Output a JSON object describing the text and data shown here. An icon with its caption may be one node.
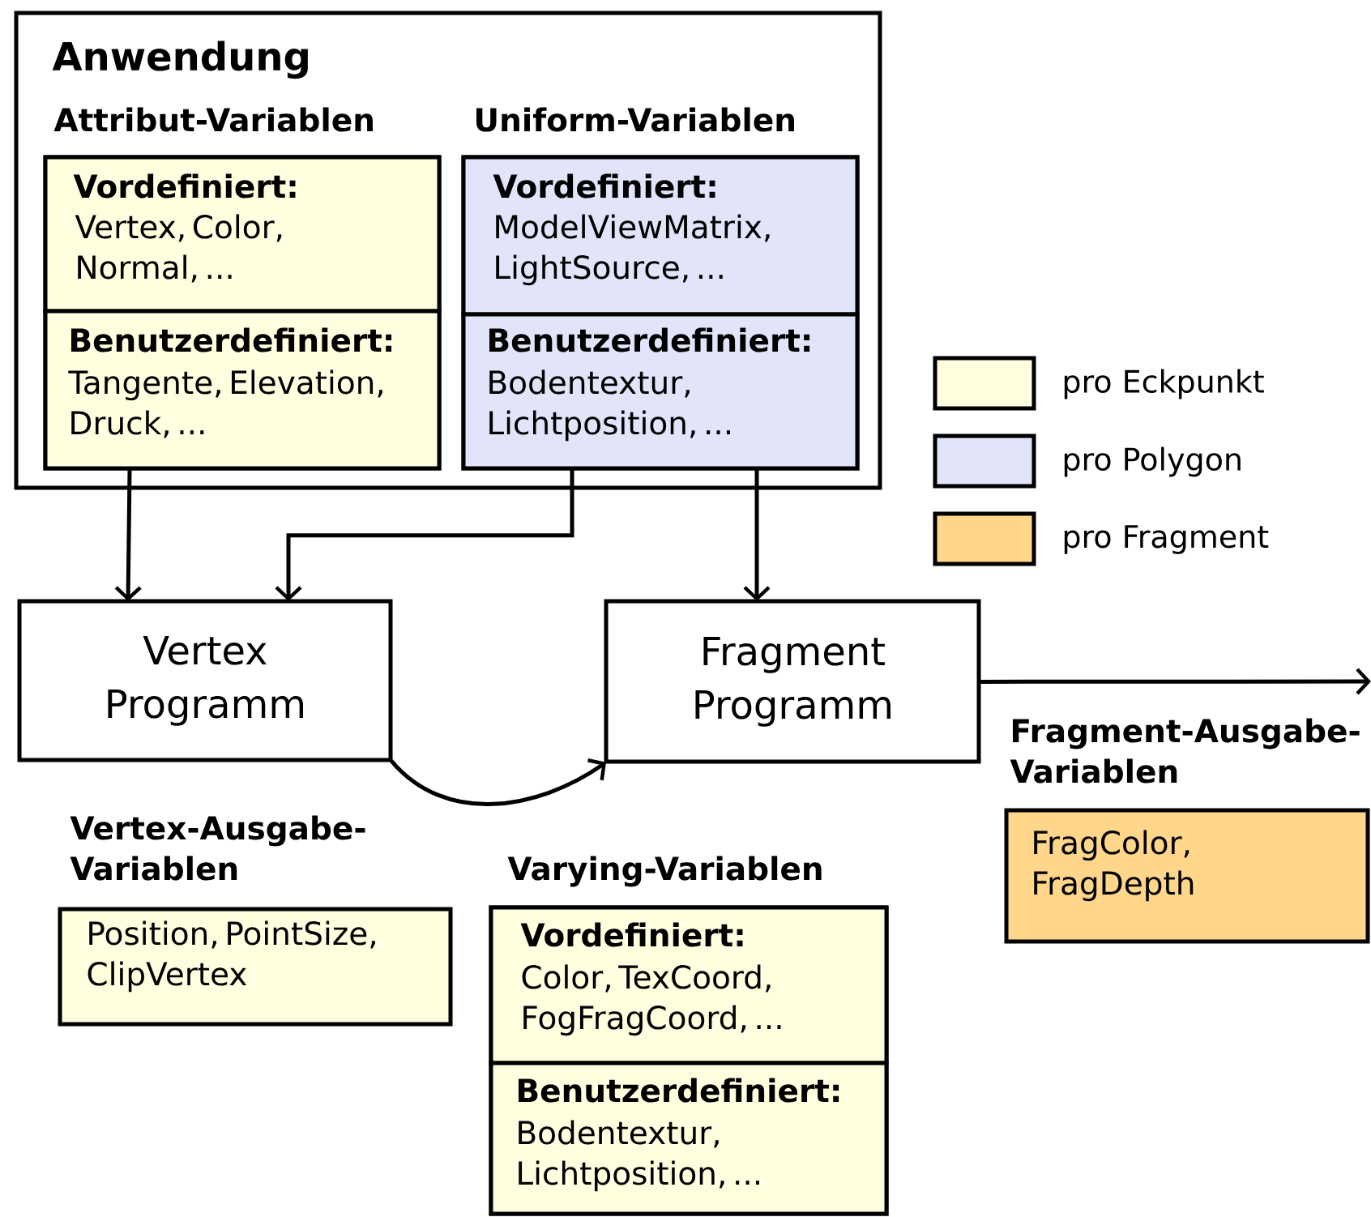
{
  "diagram": {
    "nodes": [
      {
        "text": [
          "Anwendung"
        ]
      },
      {
        "text": [
          "Attribut-Variablen"
        ],
        "in": 0
      },
      {
        "text": [
          "Vordefiniert:",
          "Vertex, Color, Normal, ..."
        ],
        "in": 1
      },
      {
        "text": [
          "Benutzerdefiniert:",
          "Tangente, Elevation, Druck, ..."
        ],
        "in": 1
      },
      {
        "text": [
          "Uniform-Variablen"
        ],
        "in": 0
      },
      {
        "text": [
          "Vordefiniert:",
          "ModelViewMatrix, LightSource, ..."
        ],
        "in": 4
      },
      {
        "text": [
          "Benutzerdefiniert:",
          "Bodentextur, Lichtposition, ..."
        ],
        "in": 4
      },
      {
        "text": [
          "Vertex Programm"
        ]
      },
      {
        "text": [
          "Fragment Programm"
        ]
      },
      {
        "text": [
          "Vertex-Ausgabe-Variablen",
          "Position, PointSize, ClipVertex"
        ]
      },
      {
        "text": [
          "Varying-Variablen"
        ]
      },
      {
        "text": [
          "Vordefiniert:",
          "Color, TexCoord, FogFragCoord, ..."
        ],
        "in": 10
      },
      {
        "text": [
          "Benutzerdefiniert:",
          "Bodentextur, Lichtposition, ..."
        ],
        "in": 10
      },
      {
        "text": [
          "Fragment-Ausgabe-Variablen",
          "FragColor, FragDepth"
        ]
      }
    ],
    "edges": [
      {
        "from": 1,
        "to": 7,
        "arrow": "to"
      },
      {
        "from": 4,
        "to": 7,
        "arrow": "to"
      },
      {
        "from": 4,
        "to": 8,
        "arrow": "to"
      },
      {
        "from": 7,
        "to": 8,
        "arrow": "to"
      },
      {
        "from": 8,
        "to": null,
        "arrow": "to"
      }
    ],
    "legend": [
      {
        "text": "pro Eckpunkt",
        "color": "#ffffe0"
      },
      {
        "text": "pro Polygon",
        "color": "#e2e4fa"
      },
      {
        "text": "pro Fragment",
        "color": "#ffd68a"
      }
    ]
  }
}
